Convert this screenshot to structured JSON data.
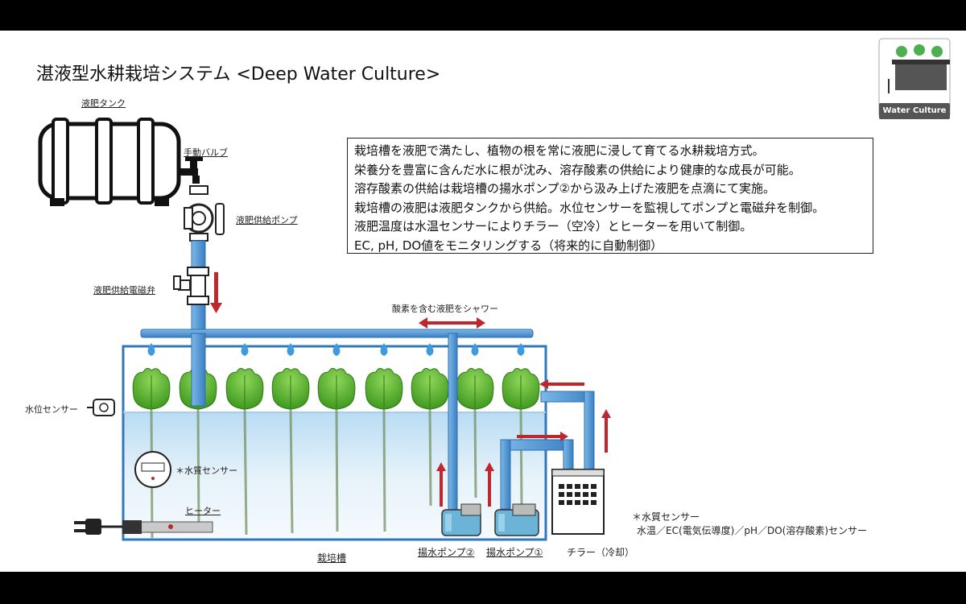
{
  "title": "湛液型水耕栽培システム <Deep Water Culture>",
  "logo": {
    "label": "Water Culture"
  },
  "description": [
    "栽培槽を液肥で満たし、植物の根を常に液肥に浸して育てる水耕栽培方式。",
    "栄養分を豊富に含んだ水に根が沈み、溶存酸素の供給により健康的な成長が可能。",
    "溶存酸素の供給は栽培槽の揚水ポンプ②から汲み上げた液肥を点滴にて実施。",
    "栽培槽の液肥は液肥タンクから供給。水位センサーを監視してポンプと電磁弁を制御。",
    "液肥温度は水温センサーによりチラー（空冷）とヒーターを用いて制御。",
    "EC, pH, DO値をモニタリングする（将来的に自動制御）"
  ],
  "labels": {
    "tank": "液肥タンク",
    "manual_valve": "手動バルブ",
    "supply_pump": "液肥供給ポンプ",
    "solenoid_valve": "液肥供給電磁弁",
    "shower": "酸素を含む液肥をシャワー",
    "level_sensor": "水位センサー",
    "quality_sensor": "＊水質センサー",
    "heater": "ヒーター",
    "bed": "栽培槽",
    "pump2": "揚水ポンプ②",
    "pump1": "揚水ポンプ①",
    "chiller": "チラー（冷却）"
  },
  "sensor_note": {
    "title": "＊水質センサー",
    "detail": "水温／EC(電気伝導度)／pH／DO(溶存酸素)センサー"
  },
  "colors": {
    "pipe": "#4a8fd0",
    "arrow": "#c0272d",
    "plant": "#5cb82e",
    "bed_border": "#2f78bd",
    "water": "#cfe6f5"
  }
}
